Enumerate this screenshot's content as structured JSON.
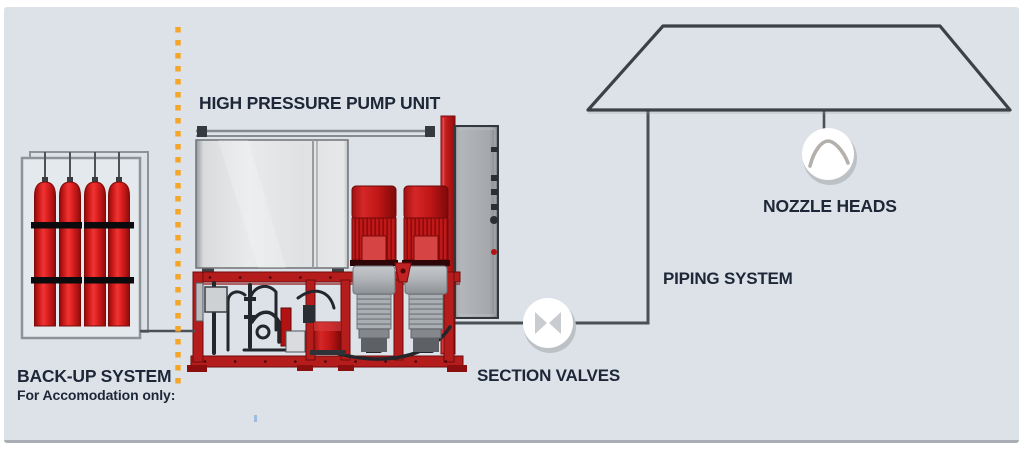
{
  "diagram": {
    "labels": {
      "backup_system": "BACK-UP SYSTEM",
      "backup_note": "For Accomodation only:",
      "pump_unit": "HIGH PRESSURE PUMP UNIT",
      "section_valves": "SECTION VALVES",
      "piping_system": "PIPING SYSTEM",
      "nozzle_heads": "NOZZLE HEADS"
    },
    "components": [
      {
        "id": "backup-system",
        "label": "BACK-UP SYSTEM",
        "note": "For Accomodation only:",
        "cylinder_count": 4
      },
      {
        "id": "high-pressure-pump-unit",
        "label": "HIGH PRESSURE PUMP UNIT",
        "motor_count": 2
      },
      {
        "id": "section-valve",
        "label": "SECTION VALVES",
        "icon": "bowtie-valve-icon"
      },
      {
        "id": "piping-system",
        "label": "PIPING SYSTEM"
      },
      {
        "id": "nozzle-head",
        "label": "NOZZLE HEADS",
        "icon": "spray-nozzle-icon"
      },
      {
        "id": "protected-space-ceiling"
      }
    ],
    "separator": {
      "style": "dotted-vertical",
      "color": "#f4a62a"
    },
    "colors": {
      "background": "#dce2e8",
      "accent_orange": "#f4a62a",
      "equipment_red": "#bf1c1c",
      "label_navy": "#1d2737",
      "pipe_gray": "#4b5056"
    }
  }
}
